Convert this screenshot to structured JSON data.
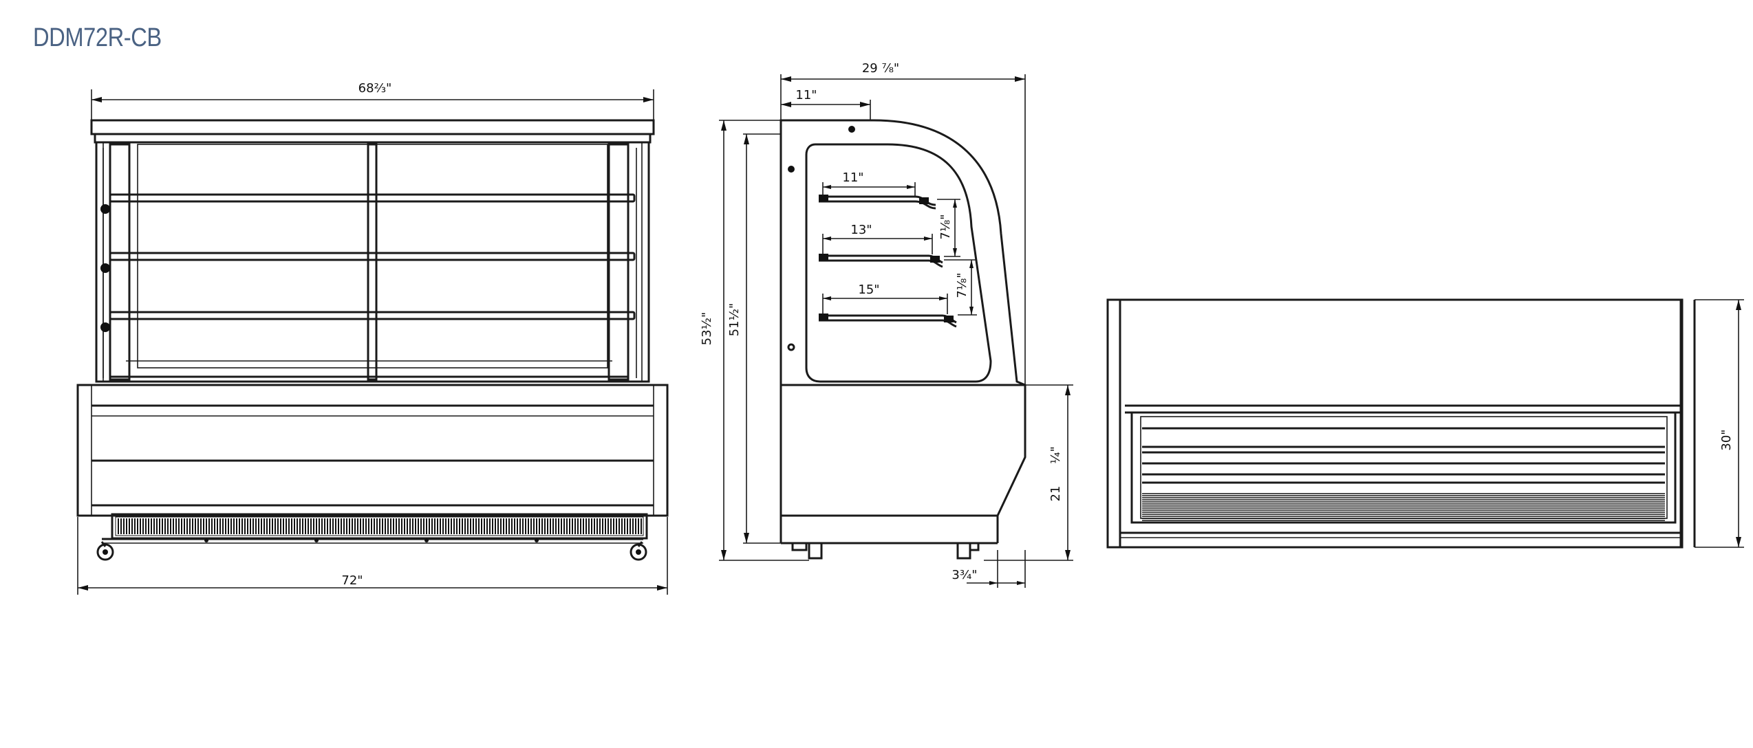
{
  "title": "DDM72R-CB",
  "front_view": {
    "top_width": "68⅔\"",
    "base_width": "72\""
  },
  "side_view": {
    "depth": "29  ⅞\"",
    "top_offset": "11\"",
    "shelf_1": "11\"",
    "shelf_2": "13\"",
    "shelf_3": "15\"",
    "shelf_gap_1": "7⅛\"",
    "shelf_gap_2": "7⅛\"",
    "overall_height": "53½\"",
    "inner_height": "51½\"",
    "base_height": "21",
    "base_fraction": "¼\"",
    "foot_offset": "3¾\""
  },
  "rear_view": {
    "height": "30\""
  },
  "colors": {
    "title": "#4a6283",
    "line": "#1a1a1a"
  }
}
